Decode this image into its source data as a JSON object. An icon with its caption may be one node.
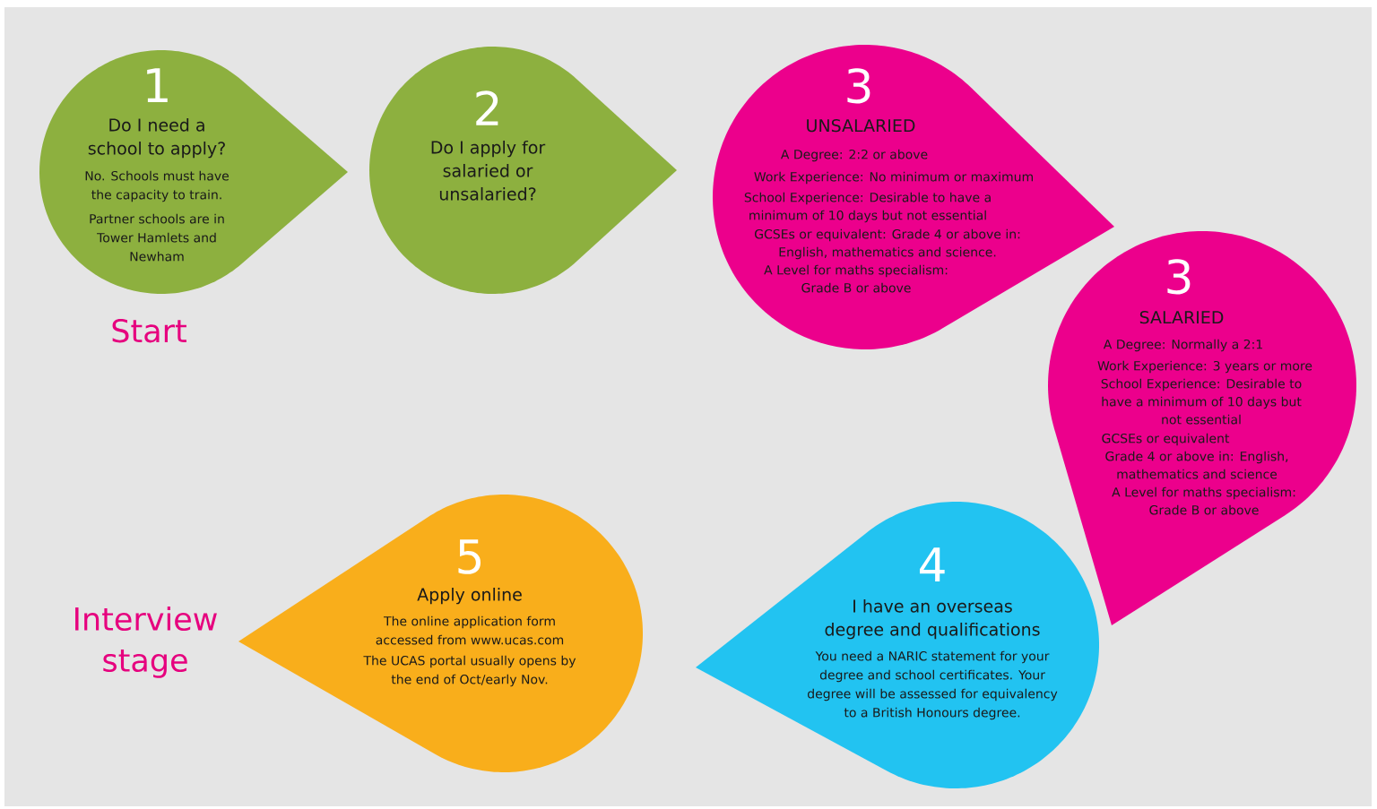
{
  "diagram": {
    "nodes": [
      {
        "text": [
          "1",
          "Do I need a school to apply?",
          "No. Schools must have the capacity to train.",
          "Partner schools are in Tower Hamlets and Newham"
        ],
        "beside": [
          "Start"
        ]
      },
      {
        "text": [
          "2",
          "Do I apply for salaried or unsalaried?"
        ]
      },
      {
        "text": [
          "3",
          "UNSALARIED",
          "A Degree: 2:2 or above",
          "Work Experience: No minimum or maximum",
          "School Experience: Desirable to have a minimum of 10 days but not essential",
          "GCSEs or equivalent: Grade 4 or above in: English, mathematics and science.",
          "A Level for maths specialism: Grade B or above"
        ]
      },
      {
        "text": [
          "3",
          "SALARIED",
          "A Degree: Normally a 2:1",
          "Work Experience: 3 years or more",
          "School Experience: Desirable to have a minimum of 10 days but not essential",
          "GCSEs or equivalent",
          "Grade 4 or above in: English, mathematics and science",
          "A Level for maths specialism: Grade B or above"
        ]
      },
      {
        "text": [
          "4",
          "I have an overseas degree and qualifications",
          "You need a NARIC statement for your degree and school certificates. Your degree will be assessed for equivalency to a British Honours degree."
        ]
      },
      {
        "text": [
          "5",
          "Apply online",
          "The online application form accessed from www.ucas.com",
          "The UCAS portal usually opens by the end of Oct/early Nov."
        ],
        "beside": [
          "Interview stage"
        ]
      }
    ]
  }
}
